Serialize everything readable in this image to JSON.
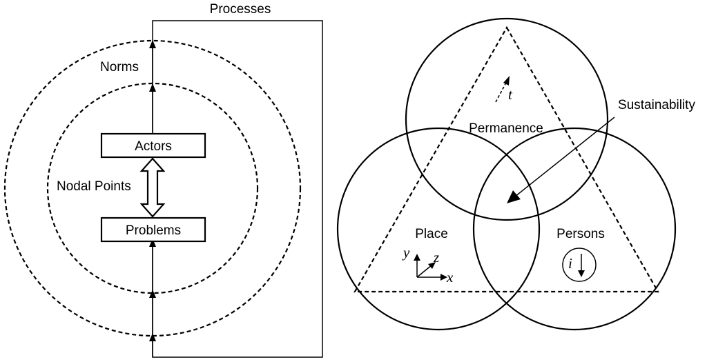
{
  "left": {
    "processes_label": "Processes",
    "norms_label": "Norms",
    "nodal_points_label": "Nodal Points",
    "actors_label": "Actors",
    "problems_label": "Problems"
  },
  "right": {
    "sustainability_label": "Sustainability",
    "permanence_label": "Permanence",
    "place_label": "Place",
    "persons_label": "Persons",
    "time_symbol": "t",
    "axis_x": "x",
    "axis_y": "y",
    "axis_z": "z",
    "individual_symbol": "i"
  }
}
